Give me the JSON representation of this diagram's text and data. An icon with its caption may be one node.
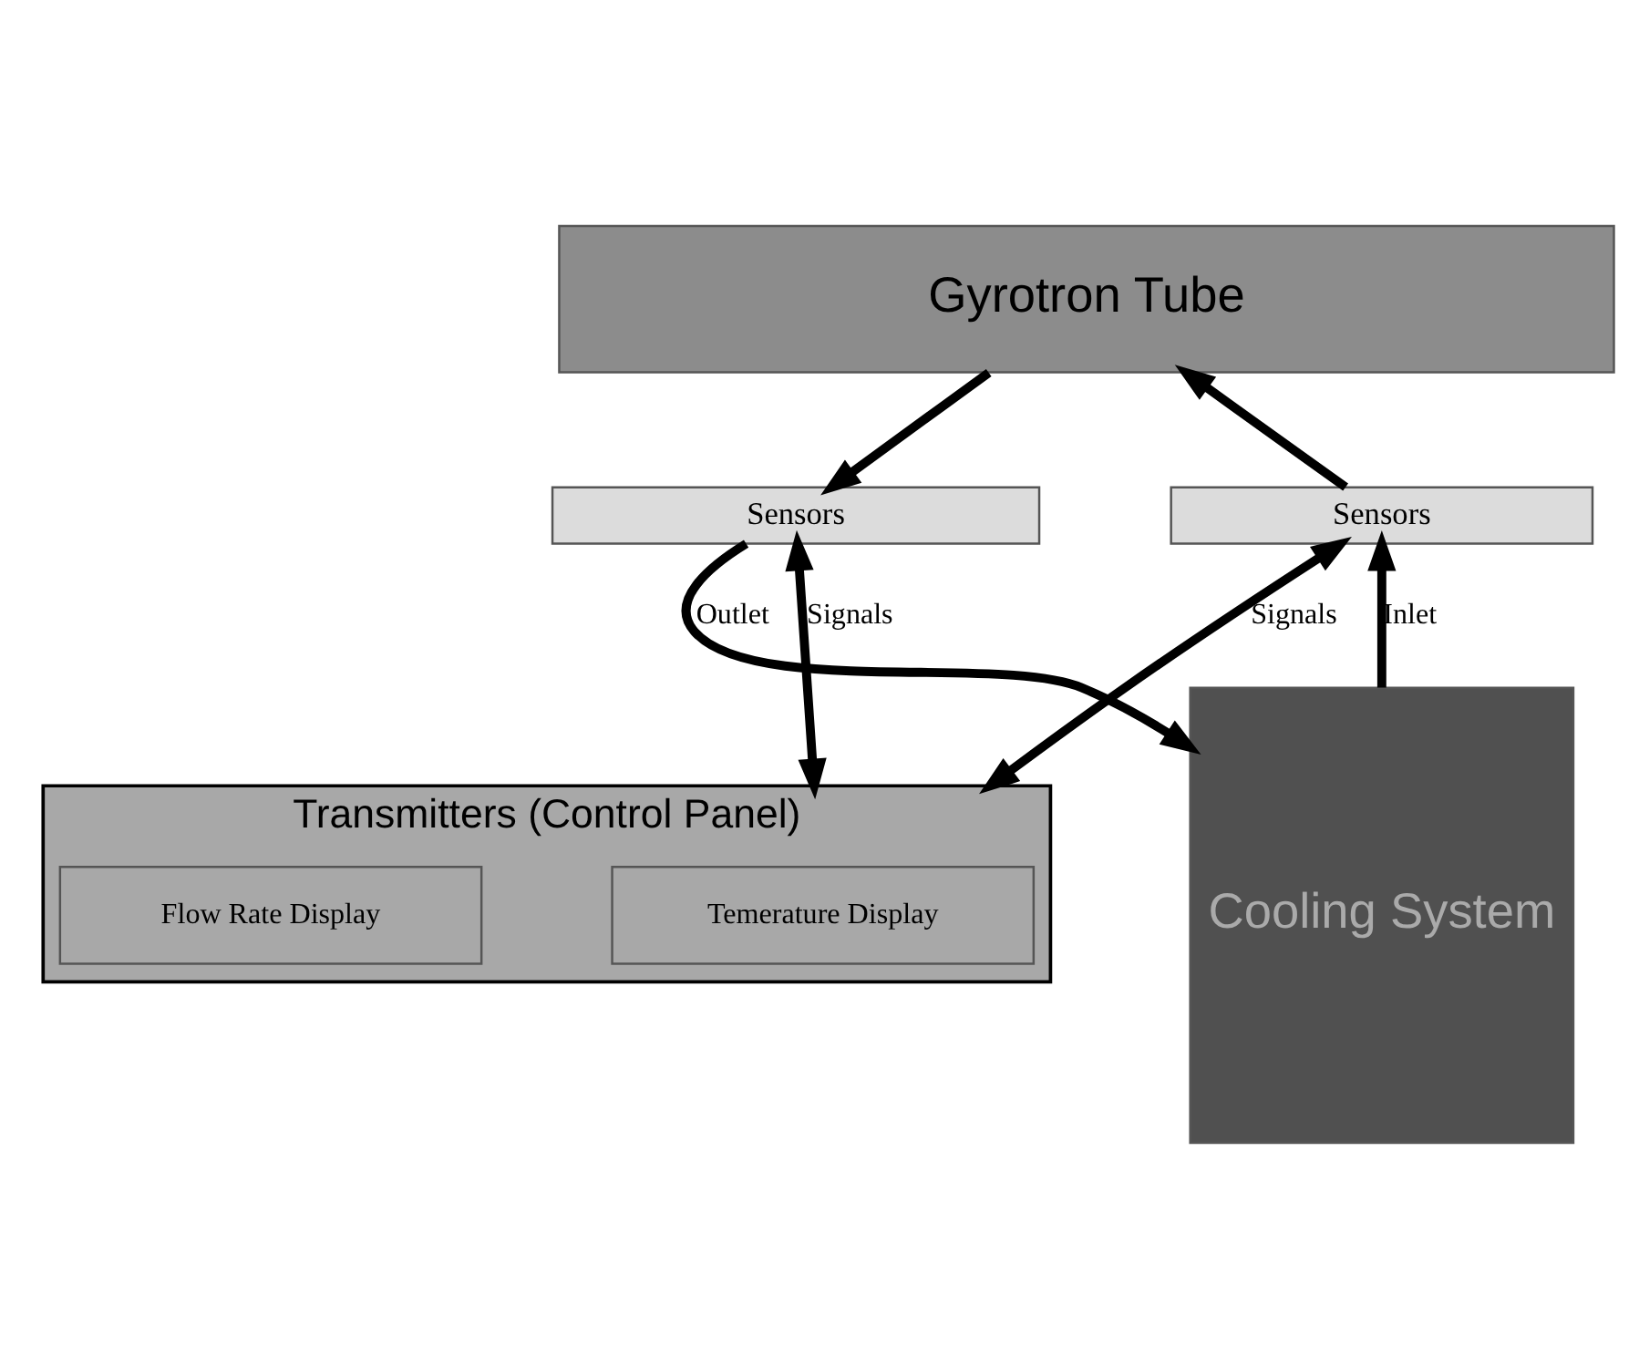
{
  "diagram": {
    "nodes": [
      {
        "text": [
          "Gyrotron Tube"
        ]
      },
      {
        "text": [
          "Sensors"
        ]
      },
      {
        "text": [
          "Sensors"
        ]
      },
      {
        "text": [
          "Cooling System"
        ]
      },
      {
        "text": [
          "Transmitters (Control Panel)"
        ]
      },
      {
        "text": [
          "Temerature Display"
        ],
        "in": 4
      },
      {
        "text": [
          "Flow Rate Display"
        ],
        "in": 4
      }
    ],
    "edges": [
      {
        "from": 3,
        "to": 1,
        "arrow": "to",
        "label": "Inlet"
      },
      {
        "from": 1,
        "to": 0,
        "arrow": "to"
      },
      {
        "from": 0,
        "to": 2,
        "arrow": "to"
      },
      {
        "from": 2,
        "to": 3,
        "arrow": "to",
        "label": "Outlet"
      },
      {
        "from": 2,
        "to": 4,
        "arrow": "both",
        "label": "Signals"
      },
      {
        "from": 1,
        "to": 4,
        "arrow": "both",
        "label": "Signals"
      }
    ]
  }
}
